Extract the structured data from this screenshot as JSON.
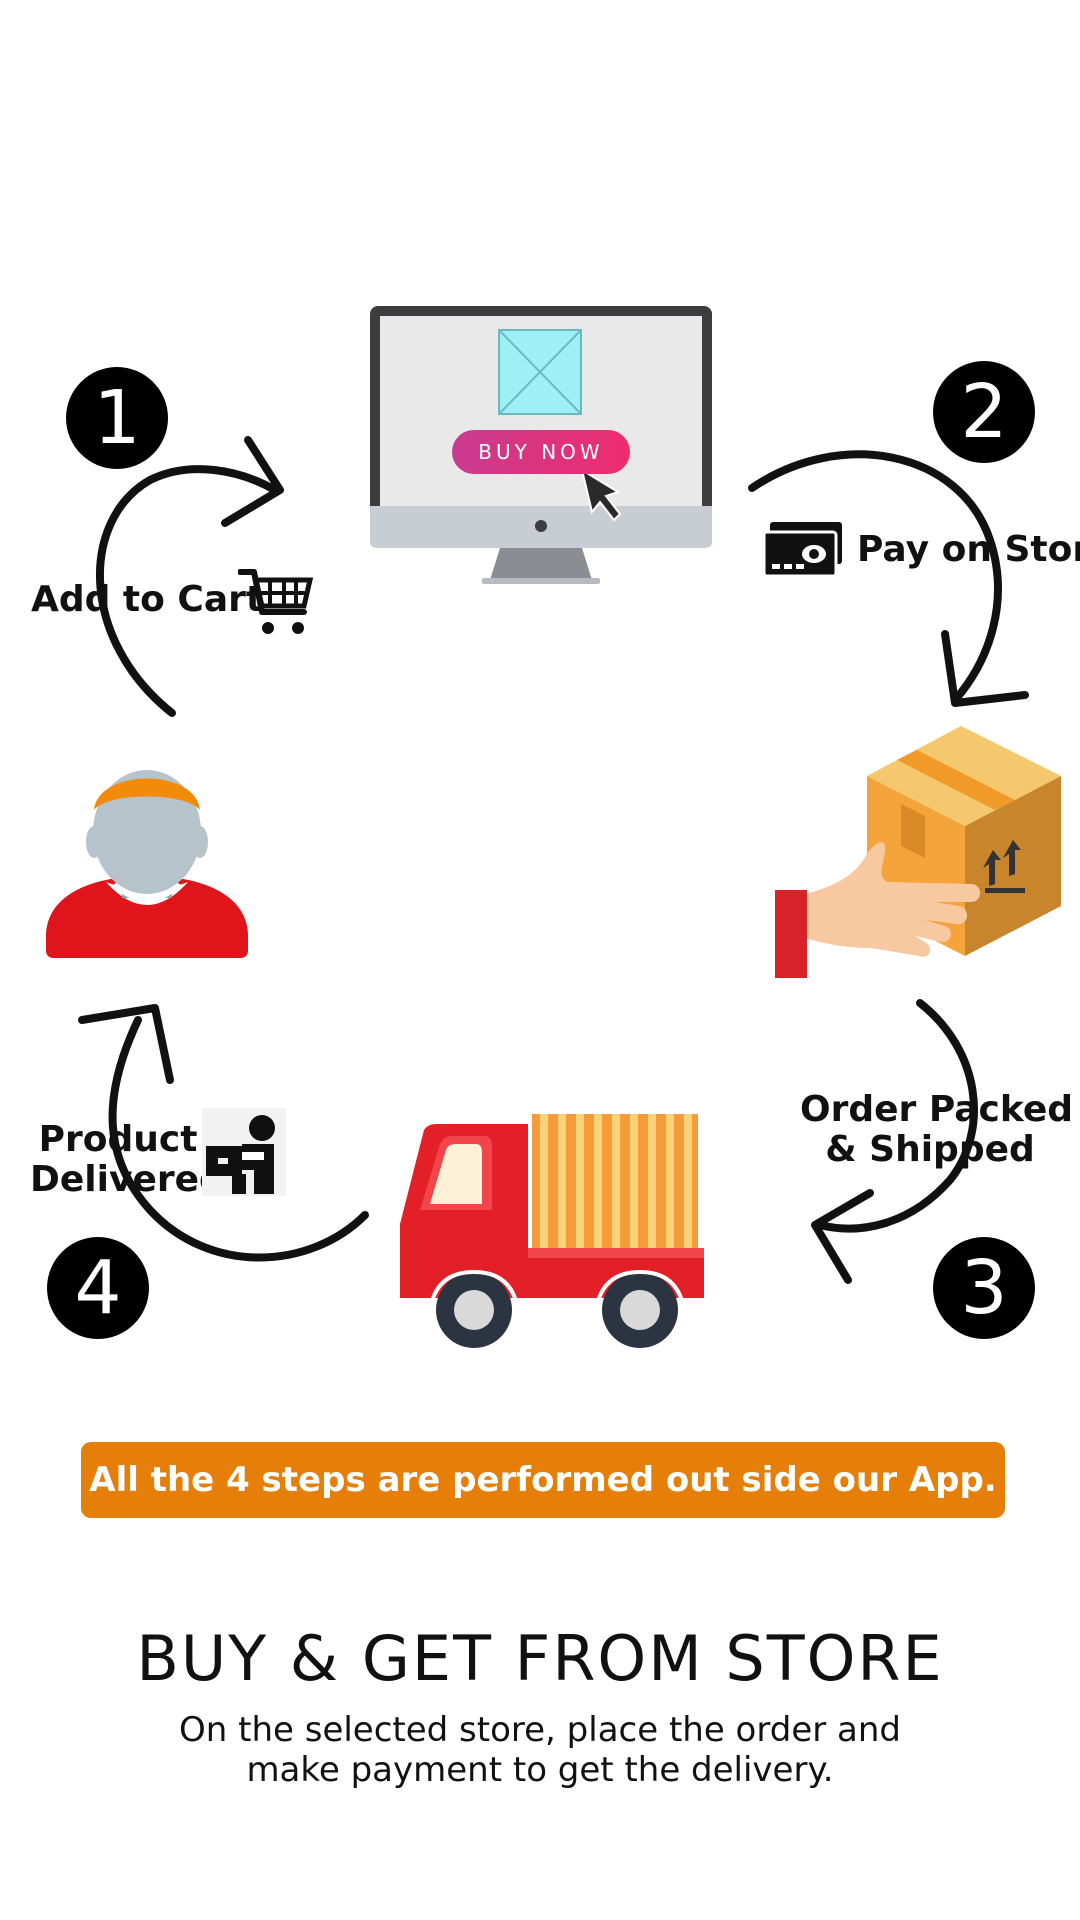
{
  "steps": [
    {
      "number": "1",
      "label": "Add to Cart"
    },
    {
      "number": "2",
      "label": "Pay on Store"
    },
    {
      "number": "3",
      "label_line1": "Order Packed",
      "label_line2": "& Shipped"
    },
    {
      "number": "4",
      "label_line1": "Product",
      "label_line2": "Delivered"
    }
  ],
  "monitor": {
    "button_label": "BUY NOW"
  },
  "banner": "All the 4 steps are performed out side our App.",
  "title": "BUY & GET FROM STORE",
  "description": "On the selected store, place the order and make payment to get the delivery.",
  "colors": {
    "banner": "#e67e0a",
    "buy_button": "#e0338a",
    "truck": "#e32027",
    "box": "#f4a43a",
    "shirt": "#e0141b"
  },
  "icons": [
    "cart-icon",
    "cash-icon",
    "delivery-person-icon",
    "computer-monitor-icon",
    "customer-avatar-icon",
    "package-hand-icon",
    "delivery-truck-icon"
  ]
}
